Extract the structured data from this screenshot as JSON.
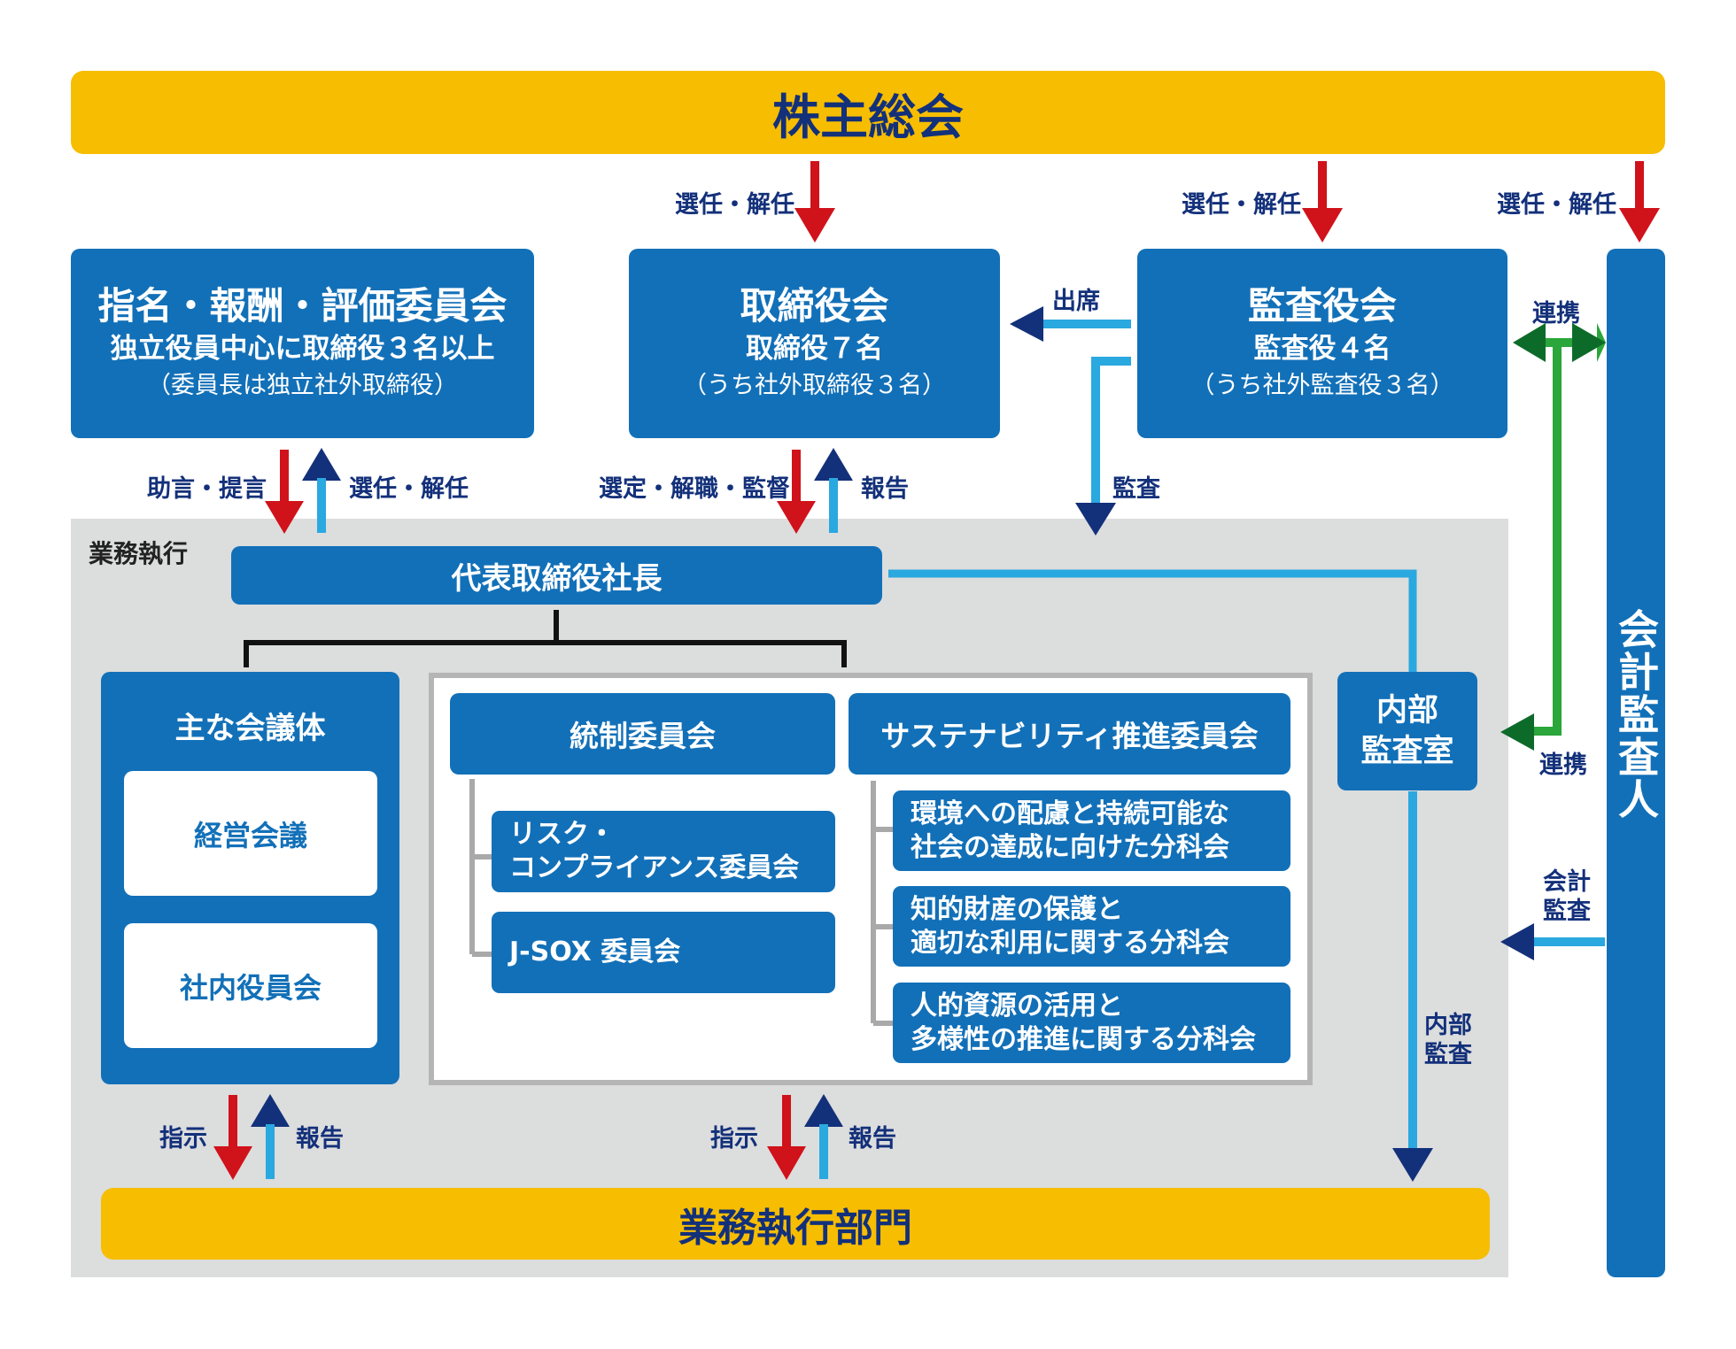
{
  "shareholders_meeting": "株主総会",
  "top_labels": {
    "board_appoint": "選任・解任",
    "auditors_appoint": "選任・解任",
    "accountant_appoint": "選任・解任"
  },
  "nomination_committee": {
    "title": "指名・報酬・評価委員会",
    "line2": "独立役員中心に取締役３名以上",
    "line3": "（委員長は独立社外取締役）"
  },
  "board": {
    "title": "取締役会",
    "line2": "取締役７名",
    "line3": "（うち社外取締役３名）"
  },
  "auditors": {
    "title": "監査役会",
    "line2": "監査役４名",
    "line3": "（うち社外監査役３名）"
  },
  "attend_label": "出席",
  "audit_label": "監査",
  "cooperation_top": "連携",
  "cooperation_bottom": "連携",
  "accounting_audit": [
    "会計",
    "監査"
  ],
  "advice_label": "助言・提言",
  "appoint_label": "選任・解任",
  "select_label": "選定・解職・監督",
  "report_label": "報告",
  "execution_area": "業務執行",
  "president": "代表取締役社長",
  "main_meetings": {
    "title": "主な会議体",
    "items": [
      "経営会議",
      "社内役員会"
    ]
  },
  "control_committee": {
    "title": "統制委員会",
    "subs": [
      [
        "リスク・",
        "コンプライアンス委員会"
      ],
      [
        "J-SOX 委員会"
      ]
    ]
  },
  "sustainability_committee": {
    "title": "サステナビリティ推進委員会",
    "subs": [
      [
        "環境への配慮と持続可能な",
        "社会の達成に向けた分科会"
      ],
      [
        "知的財産の保護と",
        "適切な利用に関する分科会"
      ],
      [
        "人的資源の活用と",
        "多様性の推進に関する分科会"
      ]
    ]
  },
  "internal_audit_office": [
    "内部",
    "監査室"
  ],
  "internal_audit_label": [
    "内部",
    "監査"
  ],
  "instruct_label_left": "指示",
  "report_label_left": "報告",
  "instruct_label_right": "指示",
  "report_label_right": "報告",
  "business_divisions": "業務執行部門",
  "accounting_auditor": "会計監査人",
  "colors": {
    "yellow": "#f7bd00",
    "blue": "#1270b8",
    "navy": "#13307a",
    "red": "#d0121b",
    "light_blue": "#2aa8e0",
    "green": "#2aa63a",
    "dark_green": "#0d6b2a",
    "gray_bg": "#dcdddd"
  }
}
